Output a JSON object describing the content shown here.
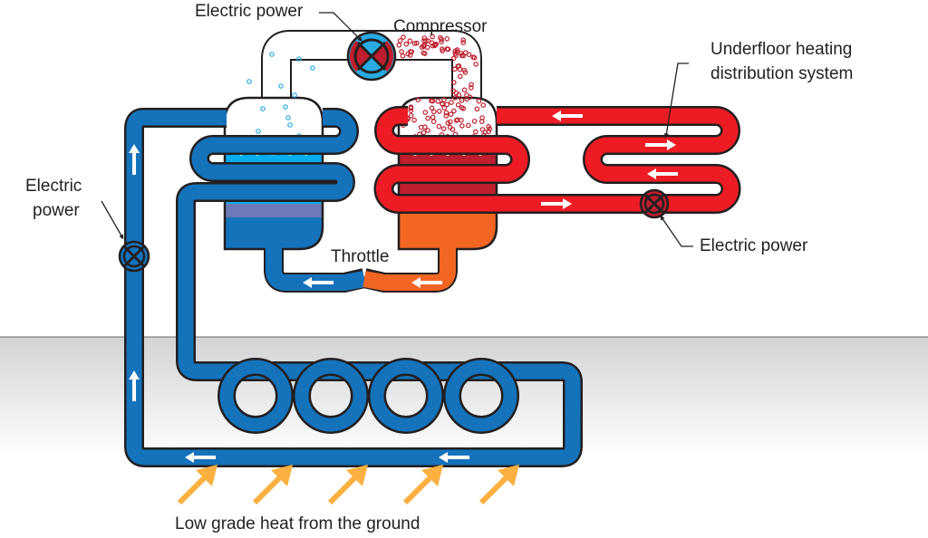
{
  "labels": {
    "electric_power_top": "Electric power",
    "compressor": "Compressor",
    "underfloor_line1": "Underfloor heating",
    "underfloor_line2": "distribution system",
    "electric_power_right": "Electric power",
    "electric_power_left_line1": "Electric",
    "electric_power_left_line2": "power",
    "throttle": "Throttle",
    "ground_heat": "Low grade heat from the ground"
  },
  "colors": {
    "cold_pipe": "#1473bb",
    "hot_pipe": "#ed1c24",
    "liquid_cold": "#00aeef",
    "liquid_cold_bottom": "#6f7ab8",
    "liquid_hot": "#be1e2d",
    "throttle_hot": "#f26522",
    "heat_arrow": "#fbb040",
    "ground": "#d1d3d4"
  },
  "icons": [
    "pump-icon",
    "compressor-icon",
    "flow-arrow-icon",
    "heat-arrow-icon"
  ]
}
